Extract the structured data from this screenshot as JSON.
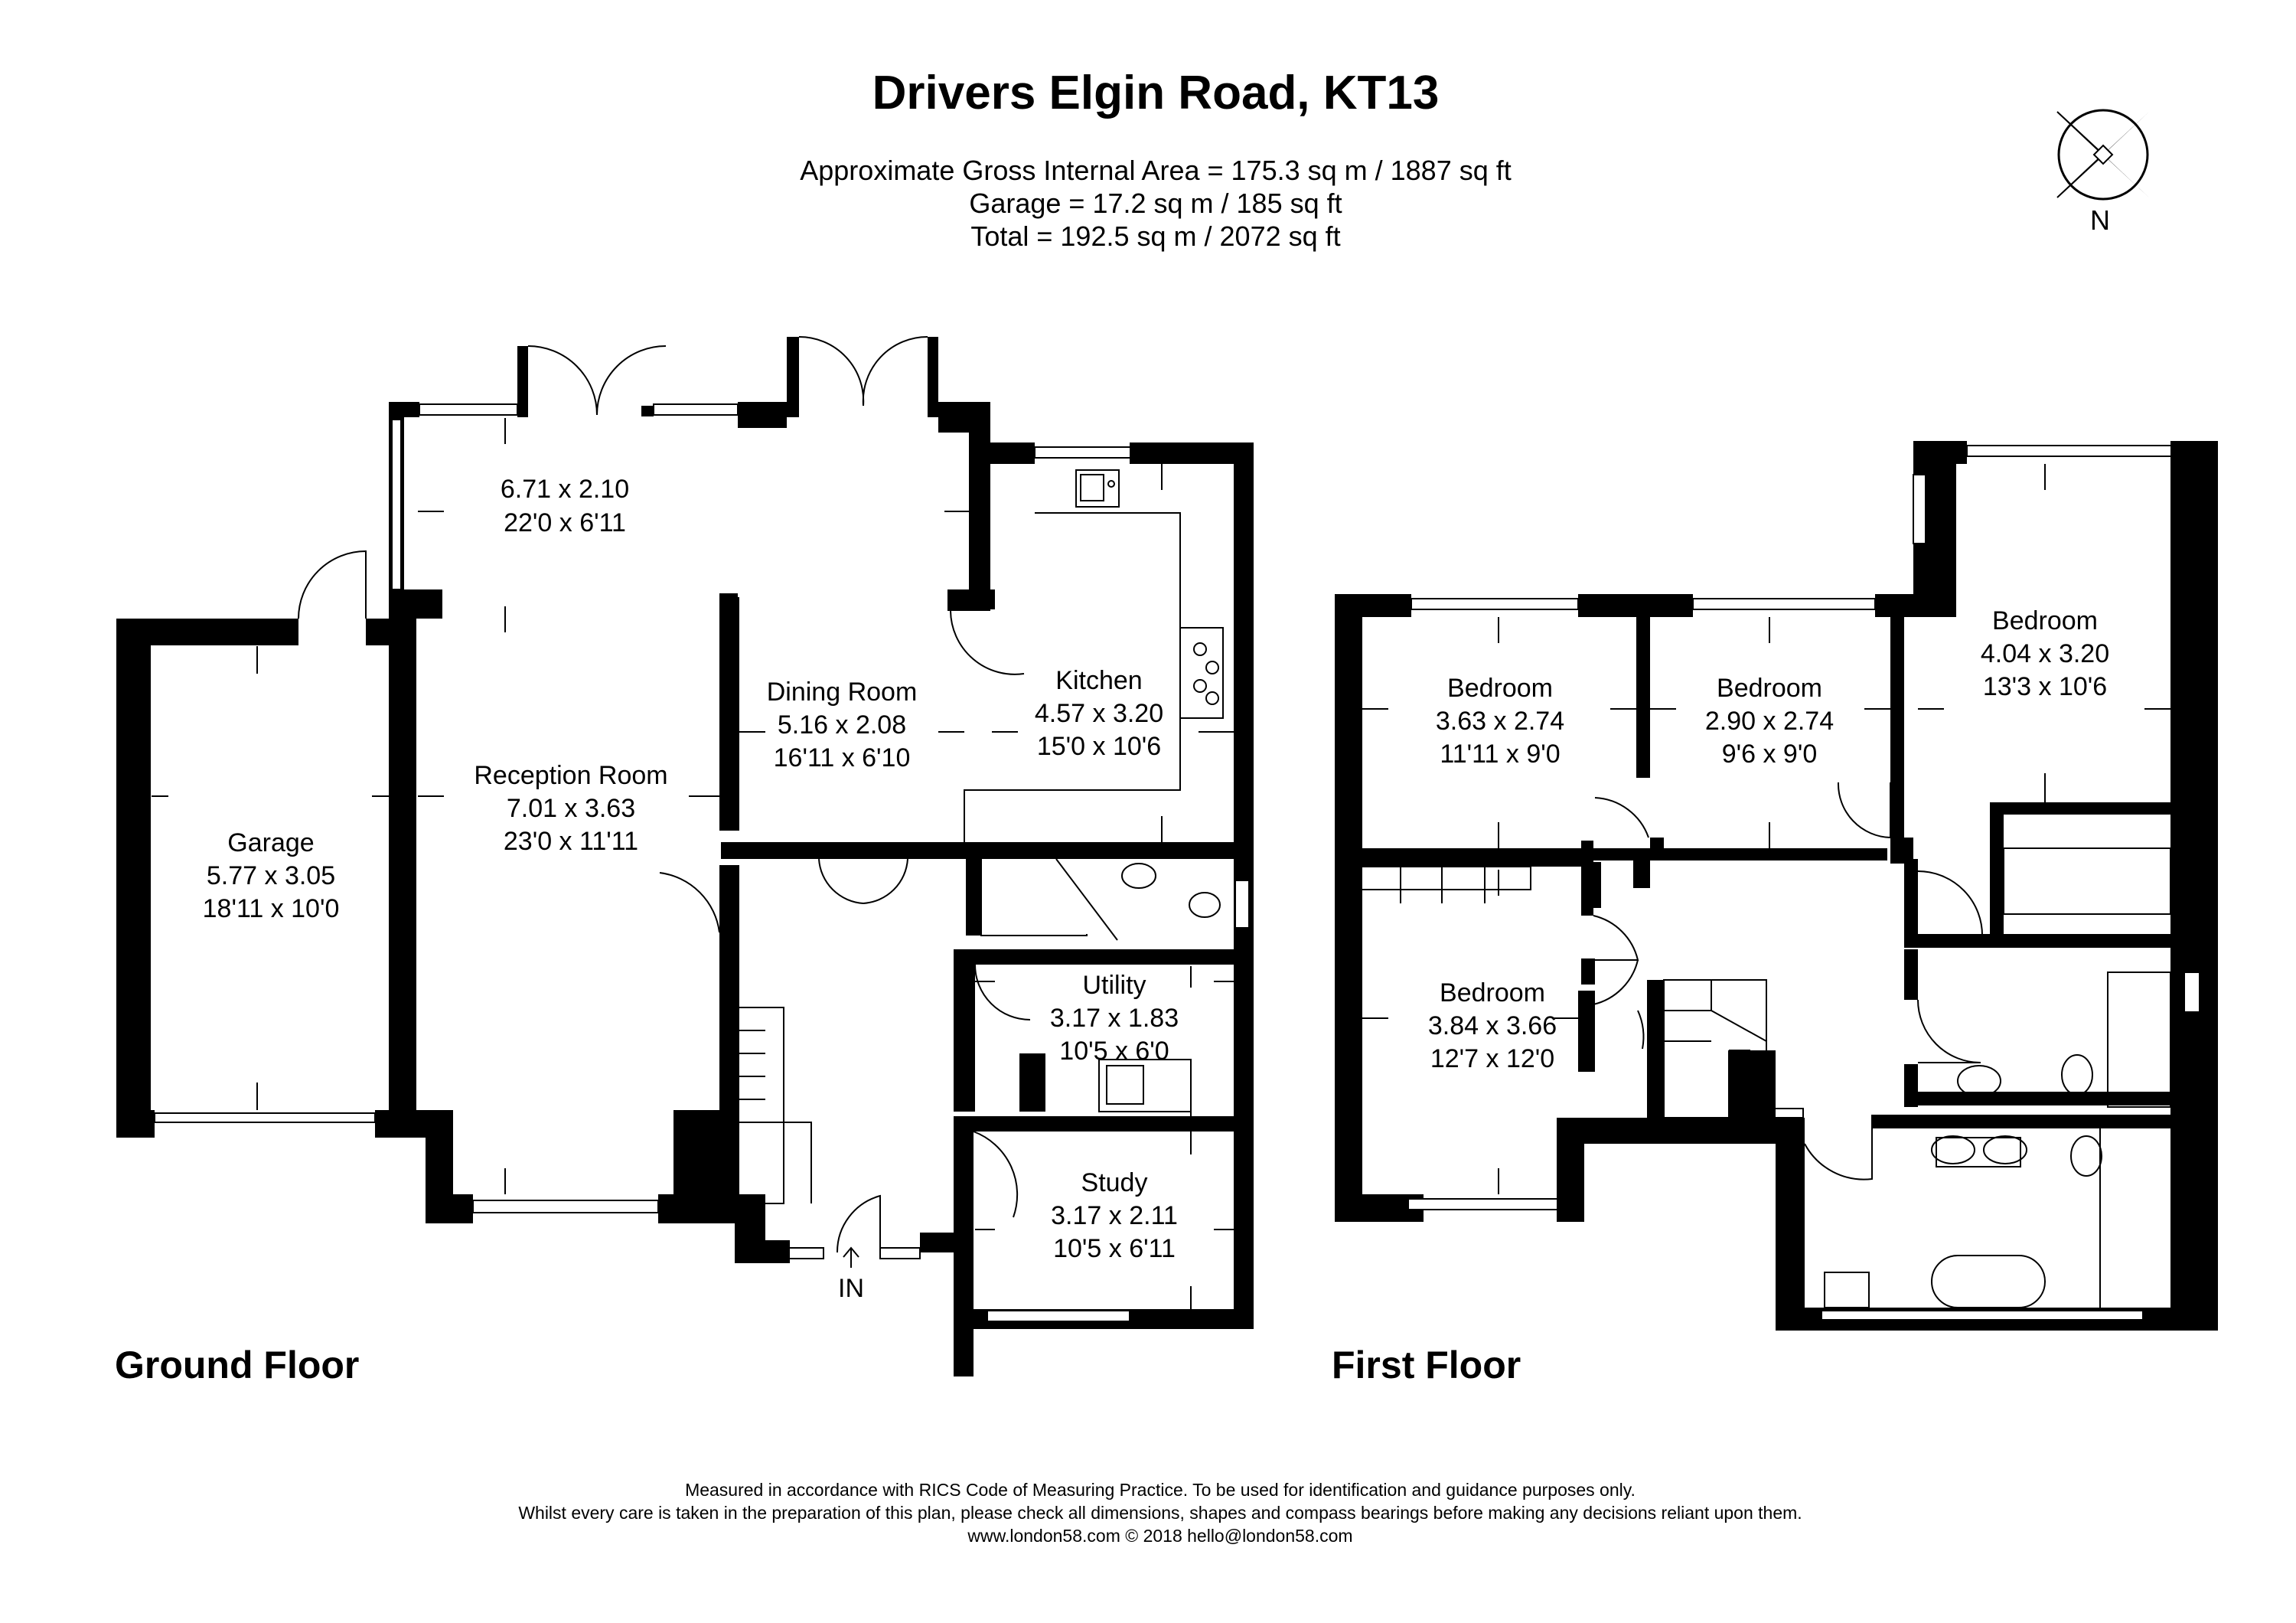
{
  "header": {
    "title": "Drivers Elgin Road, KT13",
    "area_line": "Approximate Gross Internal Area = 175.3 sq m / 1887 sq ft",
    "garage_line": "Garage = 17.2 sq m / 185 sq ft",
    "total_line": "Total = 192.5 sq m / 2072 sq ft"
  },
  "compass": {
    "label": "N"
  },
  "floors": {
    "ground": "Ground Floor",
    "first": "First Floor"
  },
  "entrance": {
    "label": "IN"
  },
  "rooms": {
    "garden_room": {
      "metric": "6.71 x 2.10",
      "imperial": "22'0 x 6'11"
    },
    "dining": {
      "name": "Dining Room",
      "metric": "5.16 x 2.08",
      "imperial": "16'11 x 6'10"
    },
    "kitchen": {
      "name": "Kitchen",
      "metric": "4.57 x 3.20",
      "imperial": "15'0 x 10'6"
    },
    "reception": {
      "name": "Reception Room",
      "metric": "7.01 x 3.63",
      "imperial": "23'0 x 11'11"
    },
    "garage": {
      "name": "Garage",
      "metric": "5.77 x 3.05",
      "imperial": "18'11 x 10'0"
    },
    "utility": {
      "name": "Utility",
      "metric": "3.17 x 1.83",
      "imperial": "10'5 x 6'0"
    },
    "study": {
      "name": "Study",
      "metric": "3.17 x 2.11",
      "imperial": "10'5 x 6'11"
    },
    "bed1": {
      "name": "Bedroom",
      "metric": "3.63 x 2.74",
      "imperial": "11'11 x 9'0"
    },
    "bed2": {
      "name": "Bedroom",
      "metric": "2.90 x 2.74",
      "imperial": "9'6 x 9'0"
    },
    "bed3": {
      "name": "Bedroom",
      "metric": "4.04 x 3.20",
      "imperial": "13'3 x 10'6"
    },
    "bed4": {
      "name": "Bedroom",
      "metric": "3.84 x 3.66",
      "imperial": "12'7 x 12'0"
    }
  },
  "footer": {
    "line1": "Measured in accordance with RICS Code of Measuring Practice. To be used for identification and guidance purposes only.",
    "line2": "Whilst every care is taken in the preparation of this plan, please check all dimensions, shapes and compass bearings before making any decisions reliant upon them.",
    "line3": "www.london58.com © 2018 hello@london58.com"
  }
}
